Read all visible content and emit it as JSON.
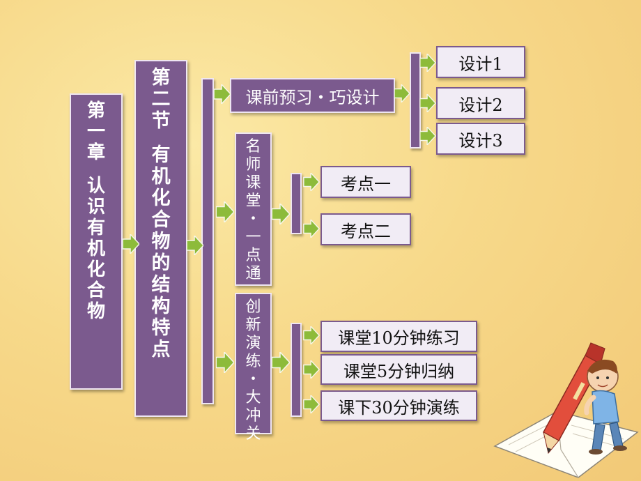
{
  "chapter": {
    "chars": [
      "第",
      "一",
      "章",
      "",
      "认",
      "识",
      "有",
      "机",
      "化",
      "合",
      "物"
    ]
  },
  "section": {
    "chars": [
      "第",
      "二",
      "节",
      "",
      "有",
      "机",
      "化",
      "合",
      "物",
      "的",
      "结",
      "构",
      "特",
      "点"
    ]
  },
  "branch1": {
    "label": "课前预习・巧设计"
  },
  "branch2": {
    "chars": [
      "名",
      "师",
      "课",
      "堂",
      "・",
      "一",
      "点",
      "通"
    ]
  },
  "branch3": {
    "chars": [
      "创",
      "新",
      "演",
      "练",
      "・",
      "大",
      "冲",
      "关"
    ]
  },
  "design_items": [
    "设计1",
    "设计2",
    "设计3"
  ],
  "kaodian_items": [
    "考点一",
    "考点二"
  ],
  "practice_items": [
    "课堂10分钟练习",
    "课堂5分钟归纳",
    "课下30分钟演练"
  ],
  "colors": {
    "purple": "#7b5a8e",
    "arrow": "#8dbb3a",
    "box_light": "#f1ecf5"
  }
}
